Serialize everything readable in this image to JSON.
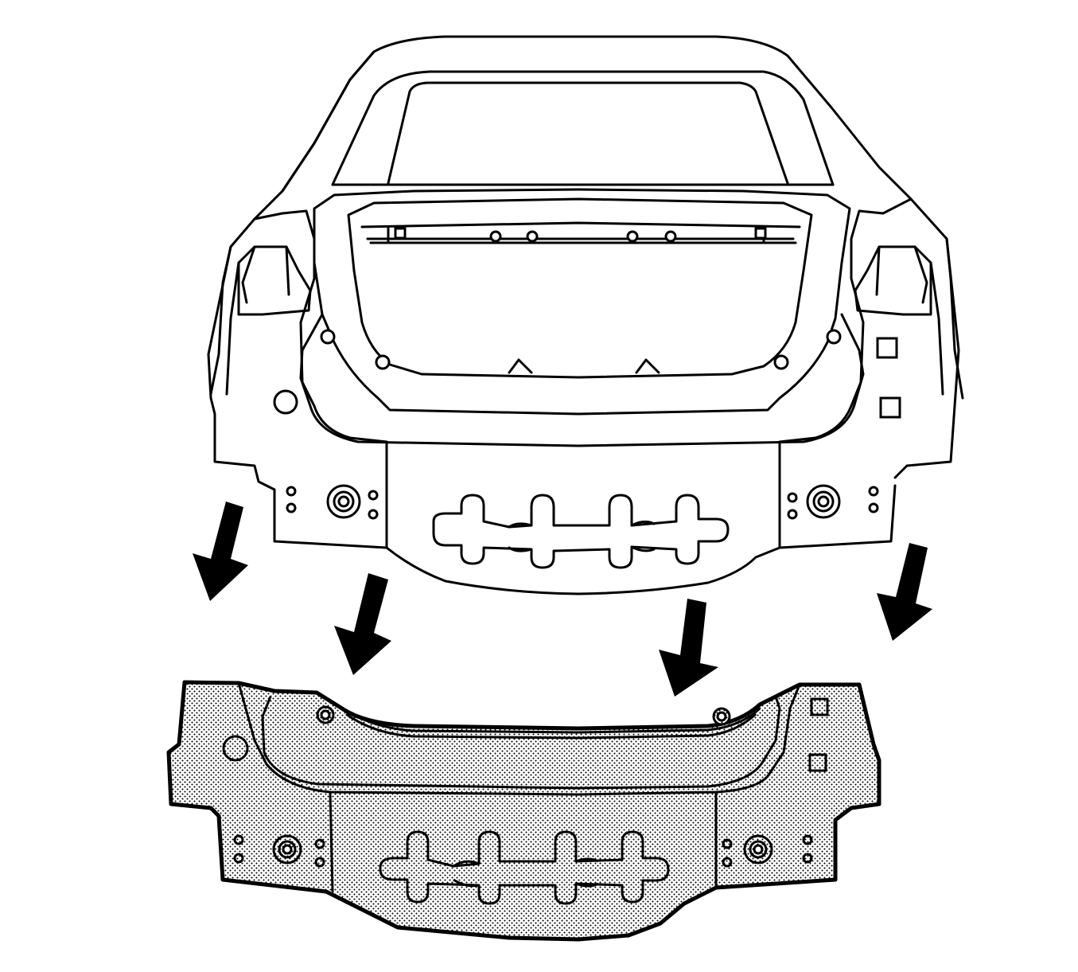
{
  "figure": {
    "kind": "technical line drawing",
    "parts": [
      {
        "id": "vehicle-rear-body-structure",
        "fill": "none"
      },
      {
        "id": "rear-end-panel",
        "fill": "stippled"
      }
    ],
    "direction_arrows": {
      "count": 4,
      "direction": "down"
    },
    "colors": {
      "line": "#000000",
      "background": "#ffffff",
      "stipple": "#000000"
    }
  }
}
